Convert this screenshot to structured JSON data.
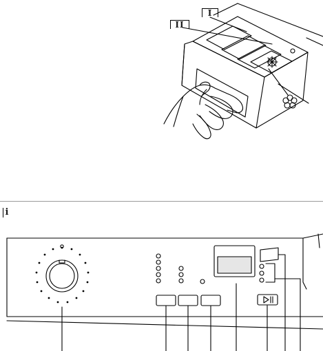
{
  "compartment_labels": {
    "single": "I",
    "double": "II"
  },
  "info_icon": {
    "symbol": "i",
    "icon": "info-icon"
  },
  "panel": {
    "start_pause_icon": "start-pause-icon",
    "program_selector_icon": "program-dial-icon"
  }
}
